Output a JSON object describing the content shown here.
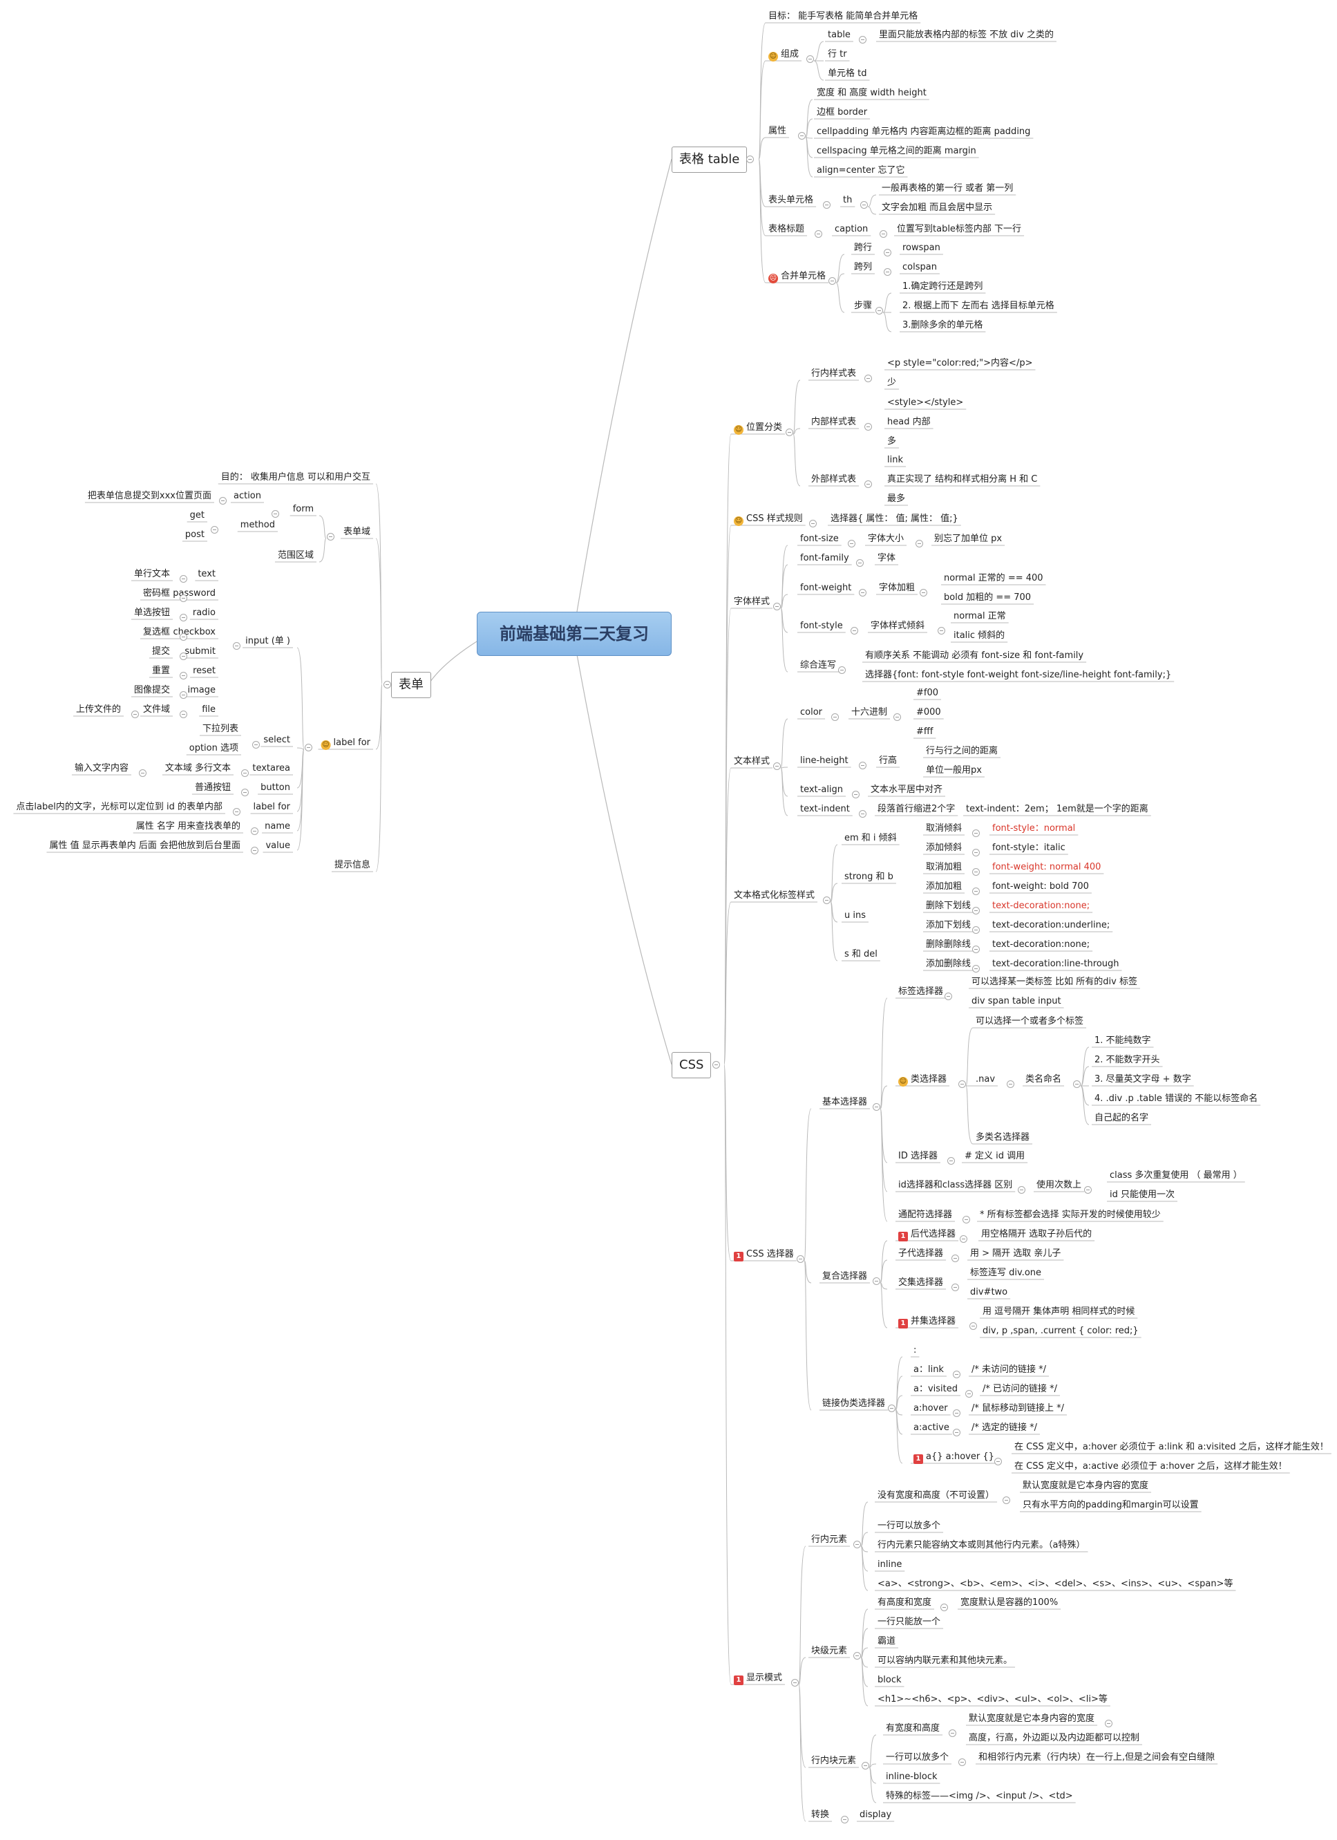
{
  "root": "前端基础第二天复习",
  "colors": {
    "line": "#b9b9b9",
    "accent_red": "#d9362a",
    "root_fill": "#97c2ec",
    "marker_orange": "#f2b53a",
    "marker_red": "#e24b3b"
  },
  "branch_table": {
    "label": "表格 table",
    "goal": "目标：  能手写表格  能简单合并单元格",
    "compose": {
      "label": "组成",
      "table": "table",
      "table_note": "里面只能放表格内部的标签  不放  div 之类的",
      "tr": "行 tr",
      "td": "单元格  td"
    },
    "attrs": {
      "label": "属性",
      "items": [
        "宽度 和 高度  width  height",
        "边框 border",
        "cellpadding  单元格内 内容距离边框的距离   padding",
        "cellspacing  单元格之间的距离 margin",
        "align=center 忘了它"
      ]
    },
    "th": {
      "label": "表头单元格",
      "key": "th",
      "items": [
        "一般再表格的第一行 或者 第一列",
        "文字会加粗 而且会居中显示"
      ]
    },
    "caption": {
      "label": "表格标题",
      "key": "caption",
      "note": "位置写到table标签内部   下一行"
    },
    "merge": {
      "label": "合并单元格",
      "rowspan_k": "跨行",
      "rowspan": "rowspan",
      "colspan_k": "跨列",
      "colspan": "colspan",
      "steps_k": "步骤",
      "steps": [
        "1.确定跨行还是跨列",
        "2. 根据上而下 左而右 选择目标单元格",
        "3.删除多余的单元格"
      ]
    }
  },
  "branch_form": {
    "label": "表单",
    "purpose": "目的：  收集用户信息 可以和用户交互",
    "field": {
      "label": "表单域",
      "form": "form",
      "action_note": "把表单信息提交到xxx位置页面",
      "action": "action",
      "method": "method",
      "get": "get",
      "post": "post",
      "range": "范围区域"
    },
    "controls": {
      "label": "label   for",
      "input": "input (单 )",
      "inputs": [
        [
          "单行文本",
          "text"
        ],
        [
          "密码框",
          "password"
        ],
        [
          "单选按钮",
          "radio"
        ],
        [
          "复选框",
          "checkbox"
        ],
        [
          "提交",
          "submit"
        ],
        [
          "重置",
          "reset"
        ],
        [
          "图像提交",
          "image"
        ],
        [
          "上传文件的",
          "文件域",
          "file"
        ]
      ],
      "select": "select",
      "select_items": [
        "下拉列表",
        "option 选项"
      ],
      "textarea_note": "输入文字内容",
      "textarea_k": "文本域   多行文本",
      "textarea": "textarea",
      "button_note": "普通按钮",
      "button": "button",
      "label_note": "点击label内的文字，光标可以定位到  id 的表单内部",
      "name_note": "属性  名字   用来查找表单的",
      "name": "name",
      "value_note": "属性  值   显示再表单内   后面 会把他放到后台里面",
      "value": "value"
    },
    "tip": "提示信息"
  },
  "branch_css": {
    "label": "CSS",
    "position": {
      "label": "位置分类",
      "inline_k": "行内样式表",
      "inline": [
        "<p style=\"color:red;\">内容</p>",
        "少"
      ],
      "internal_k": "内部样式表",
      "internal": [
        "<style></style>",
        "head 内部",
        "多"
      ],
      "external_k": "外部样式表",
      "external": [
        "link",
        "真正实现了  结构和样式相分离 H  和 C",
        "最多"
      ]
    },
    "rule": {
      "label": "CSS 样式规则",
      "text": "选择器{ 属性：  值;  属性：  值;}"
    },
    "font": {
      "label": "字体样式",
      "size": [
        "font-size",
        "字体大小",
        "别忘了加单位 px"
      ],
      "family": [
        "font-family",
        "字体"
      ],
      "weight": [
        "font-weight",
        "字体加粗"
      ],
      "weight_items": [
        "normal   正常的    ==   400",
        "bold   加粗的   == 700"
      ],
      "style": [
        "font-style",
        "字体样式倾斜"
      ],
      "style_items": [
        "normal    正常",
        "italic   倾斜的"
      ],
      "combo_k": "综合连写",
      "combo": [
        "有顺序关系  不能调动  必须有 font-size 和 font-family",
        "选择器{font: font-style  font-weight  font-size/line-height  font-family;}"
      ]
    },
    "text": {
      "label": "文本样式",
      "color": [
        "color",
        "十六进制"
      ],
      "color_items": [
        "#f00",
        "#000",
        "#fff"
      ],
      "lh": [
        "line-height",
        "行高"
      ],
      "lh_items": [
        "行与行之间的距离",
        "单位一般用px"
      ],
      "align": [
        "text-align",
        "文本水平居中对齐"
      ],
      "indent": [
        "text-indent",
        "段落首行缩进2个字",
        "text-indent：2em；  1em就是一个字的距离"
      ]
    },
    "format": {
      "label": "文本格式化标签样式",
      "em": "em  和 i  倾斜",
      "em_items": [
        [
          "取消倾斜",
          "font-style：normal"
        ],
        [
          "添加倾斜",
          "font-style：italic"
        ]
      ],
      "strong": "strong  和  b",
      "strong_items": [
        [
          "取消加粗",
          "font-weight: normal   400"
        ],
        [
          "添加加粗",
          "font-weight: bold  700"
        ]
      ],
      "u": "u  ins",
      "u_items": [
        [
          "删除下划线",
          "text-decoration:none;"
        ],
        [
          "添加下划线",
          "text-decoration:underline;"
        ]
      ],
      "s": "s 和 del",
      "s_items": [
        [
          "删除删除线",
          "text-decoration:none;"
        ],
        [
          "添加删除线",
          "text-decoration:line-through"
        ]
      ]
    },
    "selectors": {
      "label": "CSS 选择器",
      "basic": "基本选择器",
      "tag": "标签选择器",
      "tag_items": [
        "可以选择某一类标签  比如 所有的div 标签",
        "div  span   table  input"
      ],
      "class": "类选择器",
      "class_top": "可以选择一个或者多个标签",
      "nav": ".nav",
      "naming": "类名命名",
      "naming_items": [
        "1. 不能纯数字",
        "2. 不能数字开头",
        "3. 尽量英文字母 + 数字",
        "4. .div  .p  .table 错误的  不能以标签命名",
        "自己起的名字"
      ],
      "multi": "多类名选择器",
      "id": "ID 选择器",
      "id_note": "#    定义   id 调用",
      "diff": "id选择器和class选择器 区别",
      "diff_k": "使用次数上",
      "diff_items": [
        "class  多次重复使用  （ 最常用 ）",
        "id 只能使用一次"
      ],
      "wild": "通配符选择器",
      "wild_note": "* 所有标签都会选择  实际开发的时候使用较少",
      "compound": "复合选择器",
      "desc": "后代选择器",
      "desc_note": "用空格隔开   选取子孙后代的",
      "child": "子代选择器",
      "child_note": "用 > 隔开   选取 亲儿子",
      "inter": "交集选择器",
      "inter_items": [
        "标签连写   div.one",
        "div#two"
      ],
      "union": "并集选择器",
      "union_items": [
        "用  逗号隔开    集体声明   相同样式的时候",
        "div, p ,span, .current { color: red;}"
      ],
      "pseudo": "链接伪类选择器",
      "pseudo_top": ":",
      "pseudo_items": [
        [
          "a：link",
          "/* 未访问的链接 */"
        ],
        [
          "a：visited",
          "/* 已访问的链接 */"
        ],
        [
          "a:hover",
          "/* 鼠标移动到链接上 */"
        ],
        [
          "a:active",
          "/* 选定的链接 */"
        ]
      ],
      "order": "a{}   a:hover {}",
      "order_items": [
        "在 CSS 定义中，a:hover 必须位于 a:link 和 a:visited 之后，这样才能生效！",
        "在 CSS 定义中，a:active 必须位于 a:hover 之后，这样才能生效！"
      ]
    },
    "display": {
      "label": "显示模式",
      "inline": "行内元素",
      "inline_wh": "没有宽度和高度（不可设置）",
      "inline_wh_items": [
        "默认宽度就是它本身内容的宽度",
        "只有水平方向的padding和margin可以设置"
      ],
      "inline_items": [
        "一行可以放多个",
        "行内元素只能容纳文本或则其他行内元素。（a特殊）",
        "inline",
        "<a>、<strong>、<b>、<em>、<i>、<del>、<s>、<ins>、<u>、<span>等"
      ],
      "block": "块级元素",
      "block_wh": "有高度和宽度",
      "block_wh_note": "宽度默认是容器的100%",
      "block_items": [
        "一行只能放一个",
        "霸道",
        "可以容纳内联元素和其他块元素。",
        "block",
        "<h1>~<h6>、<p>、<div>、<ul>、<ol>、<li>等"
      ],
      "ib": "行内块元素",
      "ib_wh": "有宽度和高度",
      "ib_wh_items": [
        "默认宽度就是它本身内容的宽度",
        "高度，行高，外边距以及内边距都可以控制"
      ],
      "ib_many": "一行可以放多个",
      "ib_many_note": "和相邻行内元素（行内块）在一行上,但是之间会有空白缝隙",
      "ib_items": [
        "inline-block",
        "特殊的标签——<img />、<input />、<td>"
      ],
      "convert": "转换",
      "convert_v": "display"
    }
  }
}
